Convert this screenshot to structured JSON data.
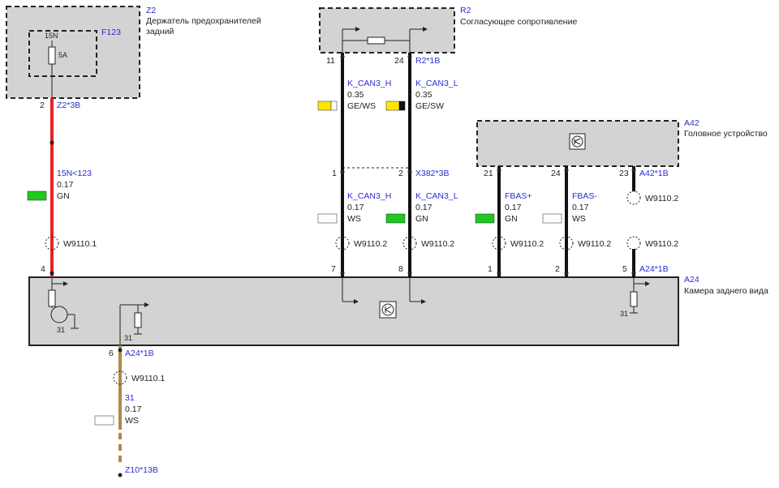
{
  "components": {
    "z2": {
      "id": "Z2",
      "name_line1": "Держатель предохранителей",
      "name_line2": "задний"
    },
    "f123": {
      "id": "F123",
      "pin": "15N",
      "rating": "5A"
    },
    "r2": {
      "id": "R2",
      "name": "Согласующее сопротивление",
      "pin_left": "11",
      "pin_right": "24",
      "connector": "R2*1B"
    },
    "a42": {
      "id": "A42",
      "name": "Головное устройство",
      "pin1": "21",
      "pin2": "24",
      "pin3": "23",
      "connector": "A42*1B"
    },
    "a24": {
      "id": "A24",
      "name": "Камера заднего вида",
      "ground_left": "31",
      "ground_mid": "31",
      "ground_right": "31"
    }
  },
  "connectors": {
    "z2_pin": "2",
    "z2_conn": "Z2*3B",
    "x382_pin1": "1",
    "x382_pin2": "2",
    "x382_conn": "X382*3B",
    "a24_pin4": "4",
    "a24_pin7": "7",
    "a24_pin8": "8",
    "a24_pin1": "1",
    "a24_pin2": "2",
    "a24_pin5": "5",
    "a24_conn_top": "A24*1B",
    "a24_pin6": "6",
    "a24_conn_bottom": "A24*1B",
    "z10": "Z10*13B"
  },
  "wires": {
    "w15n": {
      "signal": "15N<123",
      "size": "0.17",
      "color": "GN",
      "color_hex": "#1ec81e",
      "wire_hex": "#e52323"
    },
    "can_h_top": {
      "signal": "K_CAN3_H",
      "size": "0.35",
      "color": "GE/WS"
    },
    "can_l_top": {
      "signal": "K_CAN3_L",
      "size": "0.35",
      "color": "GE/SW"
    },
    "can_h_bot": {
      "signal": "K_CAN3_H",
      "size": "0.17",
      "color": "WS"
    },
    "can_l_bot": {
      "signal": "K_CAN3_L",
      "size": "0.17",
      "color": "GN"
    },
    "fbas_p": {
      "signal": "FBAS+",
      "size": "0.17",
      "color": "GN"
    },
    "fbas_m": {
      "signal": "FBAS-",
      "size": "0.17",
      "color": "WS"
    },
    "ground": {
      "signal": "31",
      "size": "0.17",
      "color": "WS",
      "wire_hex": "#b5854b"
    }
  },
  "shields": {
    "s1": "W9110.1",
    "s2": "W9110.2",
    "s3": "W9110.2",
    "s4": "W9110.2",
    "s5": "W9110.2",
    "s6": "W9110.2",
    "s7": "W9110.2",
    "s8": "W9110.1"
  },
  "colors": {
    "box_fill": "#d3d3d3",
    "label_blue": "#2b2bd6",
    "green": "#1ec81e",
    "yellow": "#ffe600"
  }
}
